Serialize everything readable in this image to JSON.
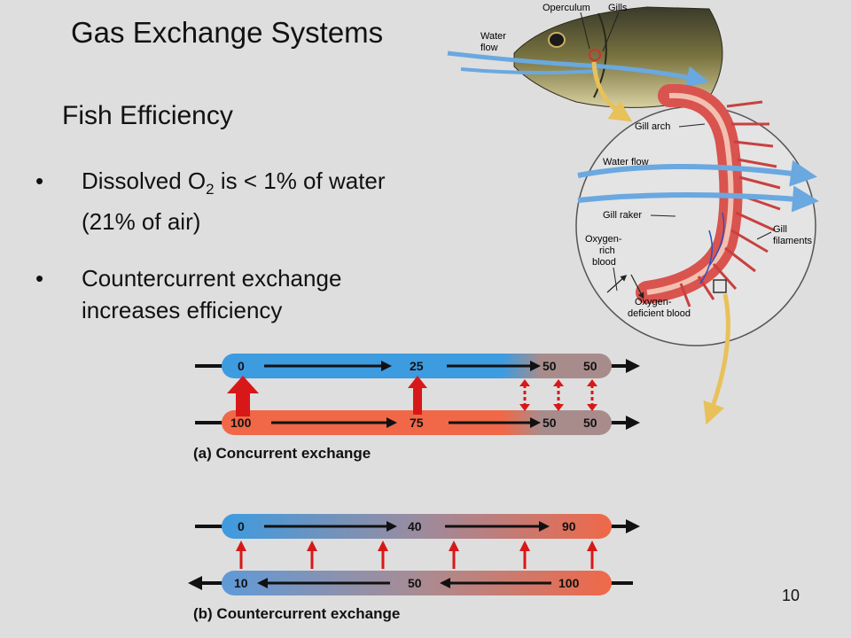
{
  "slide": {
    "title": "Gas Exchange Systems",
    "subtitle": "Fish Efficiency",
    "bullets": [
      {
        "pre": "Dissolved O",
        "sub": "2",
        "post": " is < 1% of water",
        "line2": "(21% of air)"
      },
      {
        "pre": "Countercurrent exchange",
        "sub": "",
        "post": "",
        "line2": "increases efficiency"
      }
    ],
    "bullet_symbol": "•",
    "page_number": "10"
  },
  "fish_figure": {
    "labels": {
      "operculum": "Operculum",
      "gills": "Gills",
      "water_flow_1": "Water",
      "water_flow_2": "flow",
      "gill_arch": "Gill arch",
      "water_flow_inset": "Water flow",
      "gill_raker": "Gill raker",
      "gill_filaments_1": "Gill",
      "gill_filaments_2": "filaments",
      "oxygen_rich_1": "Oxygen-",
      "oxygen_rich_2": "rich",
      "oxygen_rich_3": "blood",
      "oxygen_deficient_1": "Oxygen-",
      "oxygen_deficient_2": "deficient blood"
    },
    "colors": {
      "water_arrow": "#6aa8e0",
      "gill": "#d9534f",
      "pointer": "#e8c15a"
    }
  },
  "exchange_diagrams": {
    "concurrent": {
      "caption": "(a) Concurrent exchange",
      "water_values": [
        "0",
        "25",
        "50",
        "50"
      ],
      "blood_values": [
        "100",
        "75",
        "50",
        "50"
      ]
    },
    "countercurrent": {
      "caption": "(b) Countercurrent exchange",
      "water_values": [
        "0",
        "40",
        "90"
      ],
      "blood_values": [
        "10",
        "50",
        "100"
      ]
    },
    "colors": {
      "water": "#3d9be0",
      "blood": "#f06848",
      "equilibrium": "#a88c8c",
      "transfer_arrow": "#d81818"
    }
  }
}
